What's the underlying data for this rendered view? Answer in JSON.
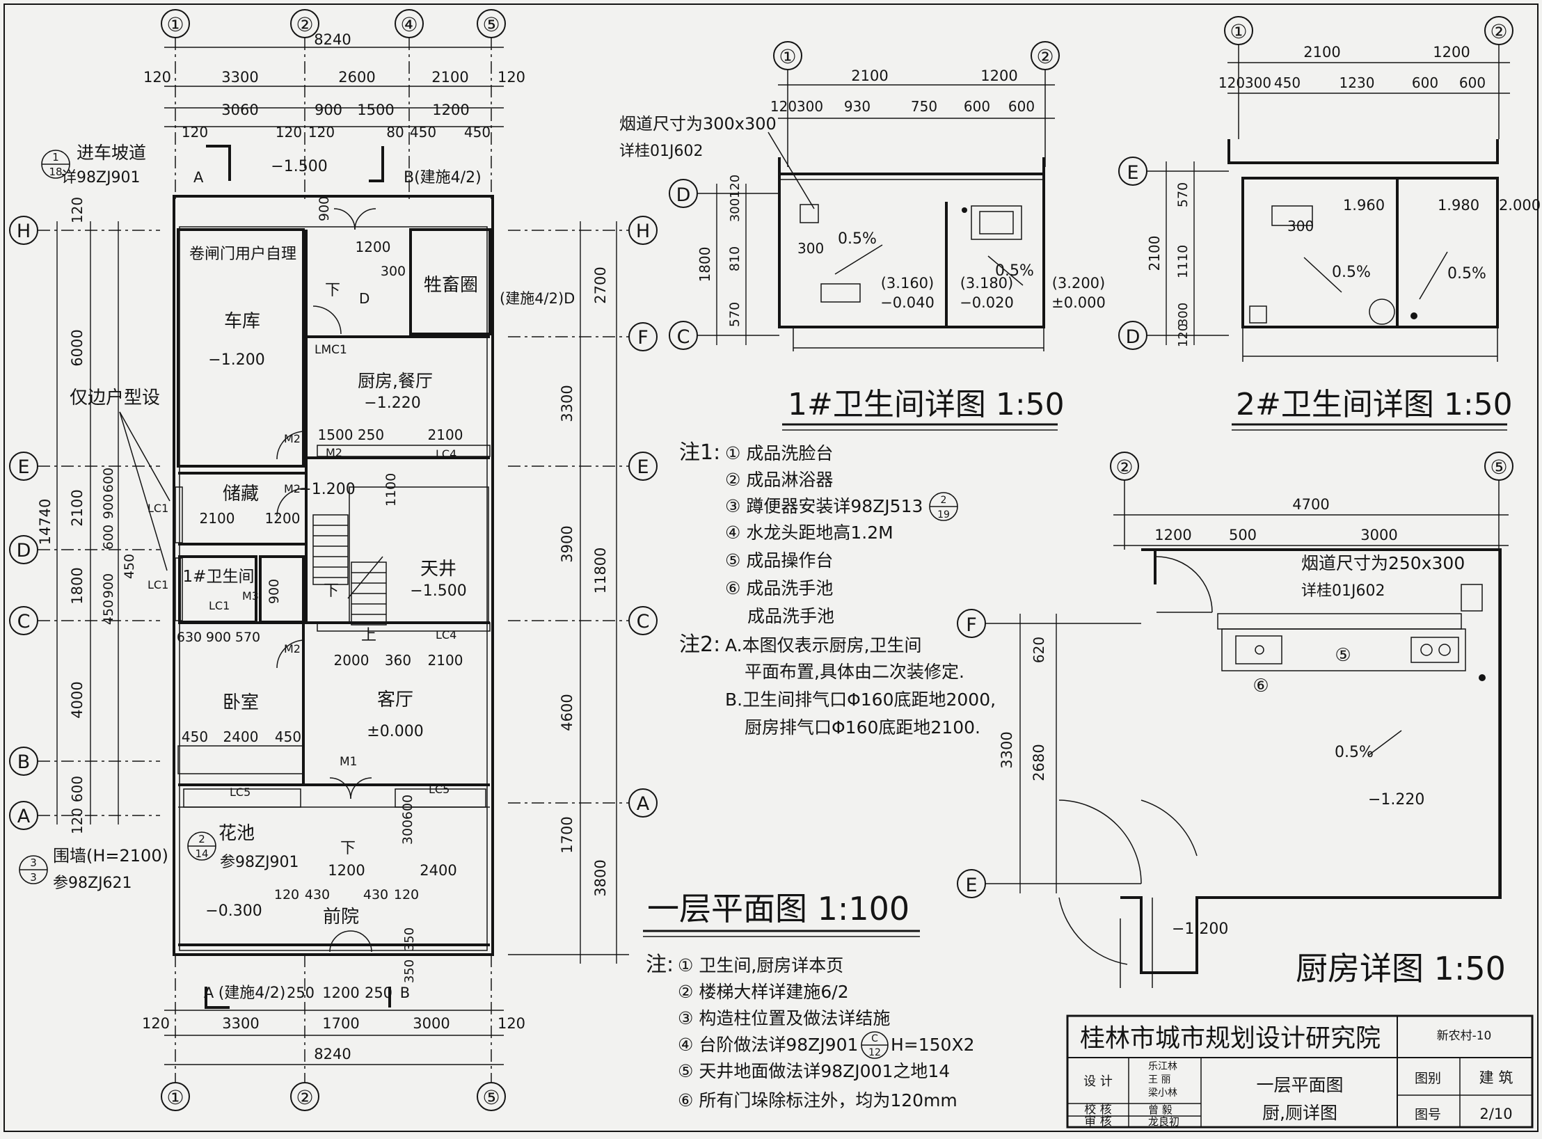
{
  "main_plan": {
    "title": "一层平面图  1:100",
    "axes_top": [
      "①",
      "②",
      "④",
      "⑤"
    ],
    "axes_bottom": [
      "①",
      "②",
      "⑤"
    ],
    "axes_left": [
      "H",
      "E",
      "D",
      "C",
      "B",
      "A"
    ],
    "axes_right": [
      "H",
      "F",
      "E",
      "C",
      "A"
    ],
    "top_total": "8240",
    "top_row1": [
      "120",
      "3300",
      "2600",
      "2100",
      "120"
    ],
    "top_row2": [
      "3060",
      "900",
      "1500",
      "1200"
    ],
    "top_row3": [
      "120",
      "120",
      "120",
      "80",
      "450",
      "450"
    ],
    "bottom_row1": [
      "A",
      "(建施4/2)",
      "250",
      "1200",
      "250",
      "B"
    ],
    "bottom_row2": [
      "120",
      "3300",
      "1700",
      "3000",
      "120"
    ],
    "bottom_total": "8240",
    "left_dims": [
      "120",
      "6000",
      "2100",
      "1800",
      "4000",
      "600",
      "120",
      "14740",
      "600",
      "900",
      "600",
      "450",
      "900",
      "450"
    ],
    "right_dims": [
      "2700",
      "3300",
      "3900",
      "4600",
      "1700",
      "3800",
      "11800"
    ],
    "rooms": {
      "garage": "车库",
      "garage_level": "−1.200",
      "rolling_door": "卷闸门用户自理",
      "livestock": "牲畜圈",
      "kitchen": "厨房,餐厅",
      "kitchen_level": "−1.220",
      "storage": "储藏",
      "storage_level": "−1.200",
      "courtyard": "天井",
      "courtyard_level": "−1.500",
      "bath": "1#卫生间",
      "bedroom": "卧室",
      "living": "客厅",
      "living_level": "±0.000",
      "flower_bed": "花池",
      "front_yard": "前院",
      "front_level": "−0.300",
      "entrance_level": "−1.500",
      "down": "下",
      "up": "上"
    },
    "labels": {
      "ramp": "进车坡道",
      "ramp_ref": "详98ZJ901",
      "ramp_idx_top": "1",
      "ramp_idx_bot": "18",
      "only_side": "仅边户型设",
      "wall_fence": "围墙(H=2100)",
      "wall_ref": "参98ZJ621",
      "wall_idx_top": "3",
      "wall_idx_bot": "3",
      "flower_ref": "参98ZJ901",
      "flower_idx_top": "2",
      "flower_idx_bot": "14",
      "section_a": "A",
      "section_b": "B(建施4/2)",
      "section_d": "(建施4/2)D",
      "section_d2": "D",
      "lmc1": "LMC1",
      "m1": "M1",
      "m2": "M2",
      "m3": "M3",
      "lc1": "LC1",
      "lc4": "LC4",
      "lc5": "LC5"
    },
    "inner_dims": [
      "900",
      "1200",
      "300",
      "1500",
      "250",
      "2100",
      "2100",
      "1200",
      "1100",
      "630",
      "900",
      "570",
      "900",
      "2000",
      "360",
      "2100",
      "450",
      "2400",
      "450",
      "300",
      "600",
      "1200",
      "2400",
      "120",
      "430",
      "430",
      "120",
      "350",
      "350"
    ]
  },
  "notes_main": {
    "head": "注:",
    "items": [
      "① 卫生间,厨房详本页",
      "② 楼梯大样详建施6/2",
      "③ 构造柱位置及做法详结施",
      "④ 台阶做法详98ZJ901",
      "⑤ 天井地面做法详98ZJ001之地14",
      "⑥ 所有门垛除标注外，均为120mm"
    ],
    "step_idx_top": "C",
    "step_idx_bot": "12",
    "step_h": "H=150X2"
  },
  "bath1": {
    "title": "1#卫生间详图  1:50",
    "axes": [
      "①",
      "②",
      "D",
      "C"
    ],
    "top_dims1": [
      "2100",
      "1200"
    ],
    "top_dims2": [
      "120",
      "300",
      "930",
      "750",
      "600",
      "600"
    ],
    "left_dims": [
      "120",
      "300",
      "810",
      "570",
      "1800"
    ],
    "flue": "烟道尺寸为300x300",
    "flue_ref": "详桂01J602",
    "levels": [
      "(3.160)",
      "−0.040",
      "(3.180)",
      "−0.020",
      "(3.200)",
      "±0.000"
    ],
    "slope": "0.5%",
    "dim300": "300"
  },
  "bath2": {
    "title": "2#卫生间详图  1:50",
    "axes": [
      "①",
      "②",
      "E",
      "D"
    ],
    "top_dims1": [
      "2100",
      "1200"
    ],
    "top_dims2": [
      "120",
      "300",
      "450",
      "1230",
      "600",
      "600"
    ],
    "left_dims": [
      "570",
      "1110",
      "300",
      "120",
      "2100"
    ],
    "levels": [
      "1.960",
      "1.980",
      "2.000"
    ],
    "slope": "0.5%",
    "dim300": "300"
  },
  "notes1": {
    "head": "注1:",
    "items": [
      "① 成品洗脸台",
      "② 成品淋浴器",
      "③ 蹲便器安装详98ZJ513",
      "④ 水龙头距地高1.2M",
      "⑤ 成品操作台",
      "⑥ 成品洗手池",
      "成品洗手池"
    ],
    "idx_top": "2",
    "idx_bot": "19"
  },
  "notes2": {
    "head": "注2:",
    "items": [
      "A.本图仅表示厨房,卫生间",
      "平面布置,具体由二次装修定.",
      "B.卫生间排气口Φ160底距地2000,",
      "厨房排气口Φ160底距地2100."
    ]
  },
  "kitchen": {
    "title": "厨房详图  1:50",
    "axes": [
      "②",
      "⑤",
      "F",
      "E"
    ],
    "top_total": "4700",
    "top_dims": [
      "1200",
      "500",
      "3000"
    ],
    "left_dims": [
      "620",
      "3300",
      "2680"
    ],
    "flue": "烟道尺寸为250x300",
    "flue_ref": "详桂01J602",
    "slope": "0.5%",
    "level1": "−1.220",
    "level2": "−1.200",
    "mark5": "⑤",
    "mark6": "⑥"
  },
  "title_block": {
    "institute": "桂林市城市规划设计研究院",
    "project": "新农村-10",
    "design": "设  计",
    "check": "校  核",
    "review": "审  核",
    "designers": [
      "乐江林",
      "王  丽",
      "梁小林"
    ],
    "checker": "曾  毅",
    "reviewer": "龙良初",
    "drawing_name1": "一层平面图",
    "drawing_name2": "厨,厕详图",
    "category_label": "图别",
    "category": "建 筑",
    "number_label": "图号",
    "number": "2/10"
  }
}
